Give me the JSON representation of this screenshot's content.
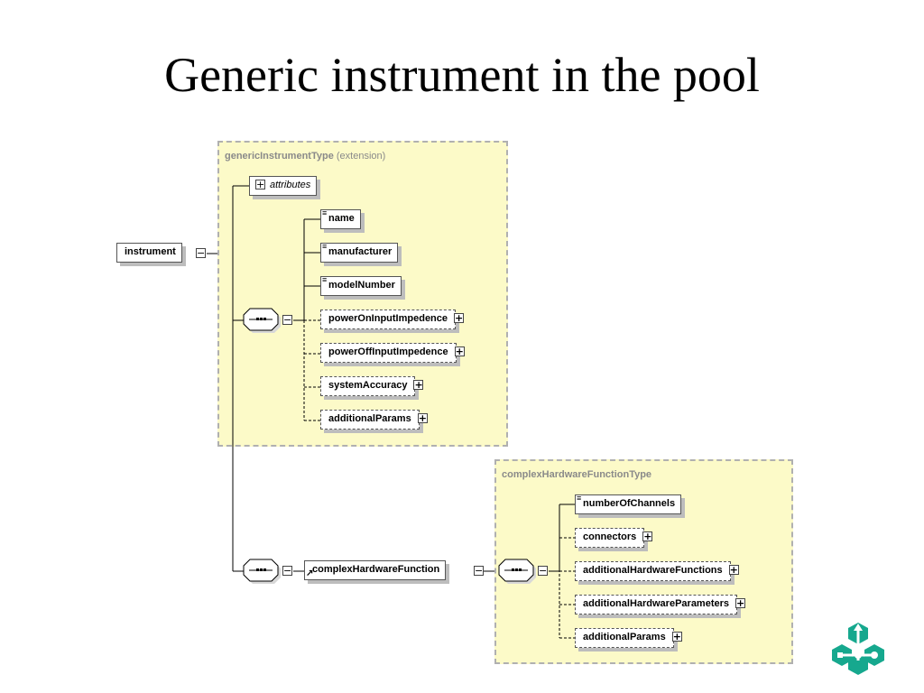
{
  "slide": {
    "title": "Generic instrument in the pool"
  },
  "diagram": {
    "root": {
      "label": "instrument"
    },
    "generic_type": {
      "name": "genericInstrumentType",
      "qualifier": "(extension)",
      "attributes_label": "attributes",
      "elements": [
        {
          "label": "name"
        },
        {
          "label": "manufacturer"
        },
        {
          "label": "modelNumber"
        },
        {
          "label": "powerOnInputImpedence"
        },
        {
          "label": "powerOffInputImpedence"
        },
        {
          "label": "systemAccuracy"
        },
        {
          "label": "additionalParams"
        }
      ]
    },
    "complex_ref": {
      "label": "complexHardwareFunction"
    },
    "complex_type": {
      "name": "complexHardwareFunctionType",
      "elements": [
        {
          "label": "numberOfChannels"
        },
        {
          "label": "connectors"
        },
        {
          "label": "additionalHardwareFunctions"
        },
        {
          "label": "additionalHardwareParameters"
        },
        {
          "label": "additionalParams"
        }
      ]
    }
  },
  "colors": {
    "type_box_fill": "#fcfac8",
    "logo_teal": "#16a88e"
  }
}
